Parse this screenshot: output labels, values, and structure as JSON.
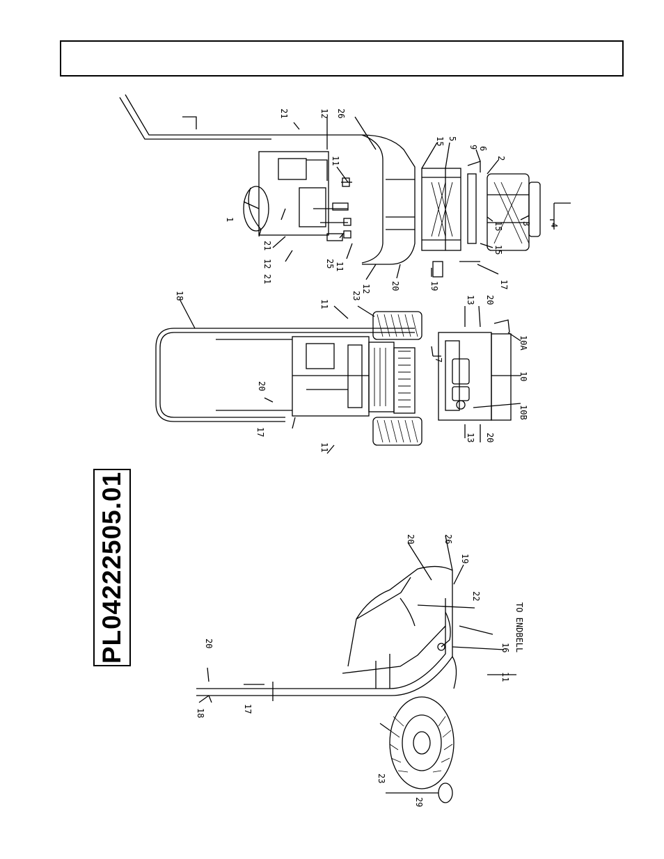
{
  "header": {
    "title": ""
  },
  "part_number": "PL04222505.01",
  "callouts": {
    "top_view": [
      "21",
      "26",
      "12",
      "15",
      "5",
      "9",
      "6",
      "2",
      "11",
      "1",
      "21",
      "12",
      "21",
      "25",
      "11",
      "12",
      "20",
      "15",
      "15",
      "19",
      "17",
      "3",
      "4"
    ],
    "front_view": [
      "18",
      "23",
      "11",
      "20",
      "17",
      "11",
      "7",
      "13",
      "20",
      "10A",
      "10",
      "10B",
      "13",
      "20"
    ],
    "cart_view": [
      "20",
      "26",
      "19",
      "22",
      "TO ENDBELL",
      "16",
      "11",
      "20",
      "17",
      "18",
      "23",
      "29"
    ]
  }
}
